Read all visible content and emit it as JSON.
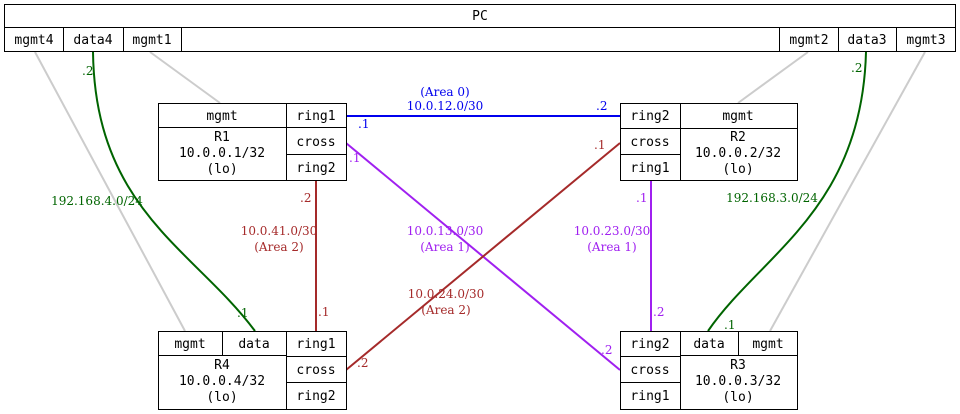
{
  "pc": {
    "title": "PC",
    "ports_left": [
      "mgmt4",
      "data4",
      "mgmt1"
    ],
    "ports_right": [
      "mgmt2",
      "data3",
      "mgmt3"
    ]
  },
  "routers": {
    "r1": {
      "name": "R1",
      "address": "10.0.0.1/32",
      "iface": "(lo)",
      "header": "mgmt",
      "ports": [
        "ring1",
        "cross",
        "ring2"
      ]
    },
    "r2": {
      "name": "R2",
      "address": "10.0.0.2/32",
      "iface": "(lo)",
      "header": "mgmt",
      "ports": [
        "ring2",
        "cross",
        "ring1"
      ]
    },
    "r3": {
      "name": "R3",
      "address": "10.0.0.3/32",
      "iface": "(lo)",
      "header_left": "data",
      "header_right": "mgmt",
      "ports": [
        "ring2",
        "cross",
        "ring1"
      ]
    },
    "r4": {
      "name": "R4",
      "address": "10.0.0.4/32",
      "iface": "(lo)",
      "header_left": "mgmt",
      "header_right": "data",
      "ports": [
        "ring1",
        "cross",
        "ring2"
      ]
    }
  },
  "links": {
    "r1_r2": {
      "area": "(Area 0)",
      "subnet": "10.0.12.0/30",
      "end_a": ".1",
      "end_b": ".2",
      "color": "#0000ee"
    },
    "r1_r3": {
      "subnet": "10.0.13.0/30",
      "area": "(Area 1)",
      "end_a": ".1",
      "end_b": ".2",
      "color": "#a020f0"
    },
    "r2_r3": {
      "subnet": "10.0.23.0/30",
      "area": "(Area 1)",
      "end_a": ".1",
      "end_b": ".2",
      "color": "#a020f0"
    },
    "r1_r4": {
      "subnet": "10.0.41.0/30",
      "area": "(Area 2)",
      "end_a": ".2",
      "end_b": ".1",
      "color": "#a52a2a"
    },
    "r2_r4": {
      "subnet": "10.0.24.0/30",
      "area": "(Area 2)",
      "end_a": ".1",
      "end_b": ".2",
      "color": "#a52a2a"
    },
    "data4": {
      "subnet": "192.168.4.0/24",
      "end_a": ".2",
      "end_b": ".1",
      "color": "#006400"
    },
    "data3": {
      "subnet": "192.168.3.0/24",
      "end_a": ".2",
      "end_b": ".1",
      "color": "#006400"
    },
    "mgmt_color": "#cccccc"
  }
}
